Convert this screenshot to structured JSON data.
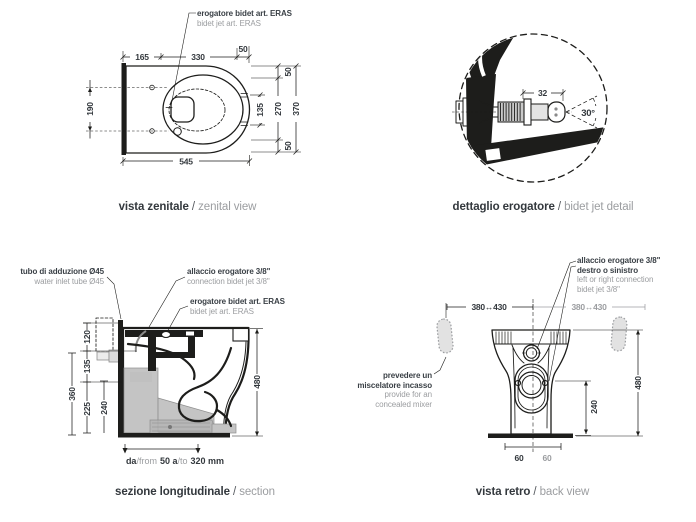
{
  "colors": {
    "ink": "#1d1d1b",
    "dark": "#3a4046",
    "gray": "#9b9da0"
  },
  "views": {
    "zenital": {
      "caption": {
        "it": "vista zenitale",
        "sep": "/",
        "en": "zenital view"
      },
      "callout": {
        "it": "erogatore bidet art. ERAS",
        "en": "bidet jet art. ERAS"
      },
      "dims": {
        "w165": "165",
        "w330": "330",
        "w50": "50",
        "w545": "545",
        "h190": "190",
        "h135": "135",
        "h270": "270",
        "h370": "370",
        "h50a": "50",
        "h50b": "50"
      }
    },
    "detail": {
      "caption": {
        "it": "dettaglio erogatore",
        "sep": "/",
        "en": "bidet jet detail"
      },
      "dims": {
        "w32": "32",
        "angle": "30°"
      }
    },
    "section": {
      "caption": {
        "it": "sezione longitudinale",
        "sep": "/",
        "en": "section"
      },
      "labels": {
        "inlet_it": "tubo di adduzione Ø45",
        "inlet_en": "water inlet tube Ø45",
        "conn_it": "allaccio erogatore 3/8\"",
        "conn_en": "connection bidet jet 3/8\"",
        "jet_it": "erogatore bidet art. ERAS",
        "jet_en": "bidet jet art. ERAS"
      },
      "dims": {
        "d120": "120",
        "d135": "135",
        "d360": "360",
        "d225": "225",
        "d240": "240",
        "d480": "480"
      },
      "range": {
        "da": "da",
        "from": "/from",
        "v1": "50 a",
        "to": "/to",
        "v2": "320 mm"
      }
    },
    "back": {
      "caption": {
        "it": "vista retro",
        "sep": "/",
        "en": "back view"
      },
      "labels": {
        "conn_it1": "allaccio erogatore 3/8\"",
        "conn_it2": "destro o sinistro",
        "conn_en1": "left or right connection",
        "conn_en2": "bidet jet 3/8\"",
        "mixer_it1": "prevedere un",
        "mixer_it2": "miscelatore incasso",
        "mixer_en1": "provide for an",
        "mixer_en2": "concealed mixer"
      },
      "dims": {
        "range_left": "380↔430",
        "range_right": "380↔430",
        "d240": "240",
        "d480": "480",
        "d60_left": "60",
        "d60_right": "60"
      }
    }
  }
}
